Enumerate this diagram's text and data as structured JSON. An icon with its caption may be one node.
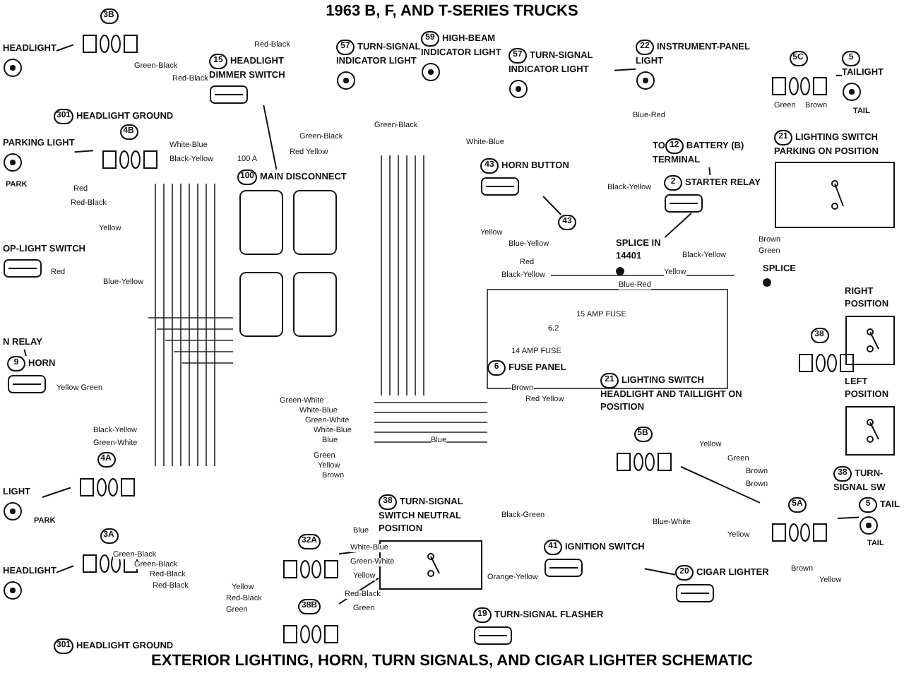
{
  "diagram": {
    "title": "1963 B, F, AND T-SERIES TRUCKS",
    "caption": "EXTERIOR LIGHTING, HORN, TURN SIGNALS, AND CIGAR LIGHTER SCHEMATIC",
    "nodes": [
      {
        "text": [
          "3B"
        ]
      },
      {
        "text": [
          "HEADLIGHT"
        ]
      },
      {
        "text": [
          "301",
          "HEADLIGHT GROUND"
        ]
      },
      {
        "text": [
          "PARKING LIGHT"
        ],
        "beside": [
          "PARK"
        ]
      },
      {
        "text": [
          "4B"
        ]
      },
      {
        "text": [
          "OP-LIGHT SWITCH"
        ]
      },
      {
        "text": [
          "N RELAY"
        ]
      },
      {
        "text": [
          "9",
          "HORN"
        ]
      },
      {
        "text": [
          "4A"
        ]
      },
      {
        "text": [
          "LIGHT"
        ],
        "beside": [
          "PARK"
        ]
      },
      {
        "text": [
          "3A"
        ]
      },
      {
        "text": [
          "HEADLIGHT"
        ]
      },
      {
        "text": [
          "301",
          "HEADLIGHT GROUND"
        ]
      },
      {
        "text": [
          "15",
          "HEADLIGHT DIMMER SWITCH"
        ]
      },
      {
        "text": [
          "57",
          "TURN-SIGNAL INDICATOR LIGHT"
        ]
      },
      {
        "text": [
          "59",
          "HIGH-BEAM INDICATOR LIGHT"
        ]
      },
      {
        "text": [
          "57",
          "TURN-SIGNAL INDICATOR LIGHT"
        ]
      },
      {
        "text": [
          "22",
          "INSTRUMENT-PANEL LIGHT"
        ]
      },
      {
        "text": [
          "43",
          "HORN BUTTON"
        ]
      },
      {
        "text": [
          "43"
        ]
      },
      {
        "text": [
          "100",
          "MAIN DISCONNECT"
        ]
      },
      {
        "text": [
          "TO",
          "12",
          "BATTERY (B) TERMINAL"
        ]
      },
      {
        "text": [
          "2",
          "STARTER RELAY"
        ]
      },
      {
        "text": [
          "SPLICE IN 14401"
        ]
      },
      {
        "text": [
          "SPLICE"
        ]
      },
      {
        "text": [
          "21",
          "LIGHTING SWITCH PARKING ON POSITION"
        ]
      },
      {
        "text": [
          "5C"
        ]
      },
      {
        "text": [
          "5",
          "TAILIGHT"
        ],
        "beside": [
          "TAIL"
        ]
      },
      {
        "text": [
          "6",
          "FUSE PANEL"
        ]
      },
      {
        "text": [
          "21",
          "LIGHTING SWITCH HEADLIGHT AND TAILLIGHT ON POSITION"
        ]
      },
      {
        "text": [
          "38"
        ]
      },
      {
        "text": [
          "RIGHT POSITION"
        ]
      },
      {
        "text": [
          "LEFT POSITION"
        ]
      },
      {
        "text": [
          "38",
          "TURN-SIGNAL SW"
        ]
      },
      {
        "text": [
          "5B"
        ]
      },
      {
        "text": [
          "5A"
        ]
      },
      {
        "text": [
          "5",
          "TAIL"
        ],
        "beside": [
          "TAIL"
        ]
      },
      {
        "text": [
          "41",
          "IGNITION SWITCH"
        ]
      },
      {
        "text": [
          "20",
          "CIGAR LIGHTER"
        ]
      },
      {
        "text": [
          "19",
          "TURN-SIGNAL FLASHER"
        ]
      },
      {
        "text": [
          "38",
          "TURN-SIGNAL SWITCH NEUTRAL POSITION"
        ]
      },
      {
        "text": [
          "32A"
        ]
      },
      {
        "text": [
          "38B"
        ]
      }
    ],
    "edges": [
      {
        "from": 1,
        "to": 0,
        "arrow": "none"
      },
      {
        "from": 3,
        "to": 4,
        "arrow": "none"
      },
      {
        "from": 9,
        "to": 8,
        "arrow": "none"
      },
      {
        "from": 11,
        "to": 10,
        "arrow": "none"
      },
      {
        "from": 13,
        "to": 20,
        "arrow": "none"
      },
      {
        "from": 18,
        "to": 19,
        "arrow": "none"
      },
      {
        "from": 21,
        "to": 22,
        "arrow": "none"
      },
      {
        "from": 22,
        "to": 23,
        "arrow": "none"
      },
      {
        "from": 26,
        "to": 27,
        "arrow": "none"
      },
      {
        "from": 35,
        "to": 36,
        "arrow": "none"
      },
      {
        "from": 41,
        "to": 40,
        "arrow": "none"
      },
      {
        "from": 42,
        "to": 40,
        "arrow": "none"
      },
      {
        "from": 37,
        "to": 38,
        "arrow": "none"
      },
      {
        "from": 34,
        "to": 35,
        "arrow": "none"
      },
      {
        "from": 16,
        "to": 17,
        "arrow": "none"
      },
      {
        "from": 7,
        "to": 6,
        "arrow": "none"
      }
    ],
    "labels": [
      "Green-Black",
      "Red-Black",
      "White-Blue",
      "Black-Yellow",
      "Red",
      "Red-Black",
      "Yellow",
      "Red",
      "Blue-Yellow",
      "Yellow Green",
      "Black-Yellow",
      "Green-White",
      "Green-Black",
      "Green-Black",
      "Red-Black",
      "Red-Black",
      "Red-Black",
      "Green-Black",
      "Red Yellow",
      "Green-Black",
      "White-Blue",
      "Yellow",
      "Blue-Yellow",
      "Red",
      "Black-Yellow",
      "Black-Yellow",
      "Black-Yellow",
      "Yellow",
      "Blue-Red",
      "Blue-Red",
      "Brown",
      "Green",
      "Brown",
      "Red Yellow",
      "Green-White",
      "White-Blue",
      "Green-White",
      "White-Blue",
      "Blue",
      "Green",
      "Yellow",
      "Brown",
      "Blue",
      "Black-Green",
      "Blue",
      "White-Blue",
      "Green-White",
      "Yellow",
      "Red-Black",
      "Green",
      "Orange-Yellow",
      "Yellow",
      "Red-Black",
      "Green",
      "Yellow",
      "Green",
      "Brown",
      "Brown",
      "Yellow",
      "Brown",
      "Yellow",
      "Blue-White",
      "Green",
      "Brown",
      "14 AMP FUSE",
      "15 AMP FUSE",
      "6.2",
      "100 A"
    ]
  }
}
